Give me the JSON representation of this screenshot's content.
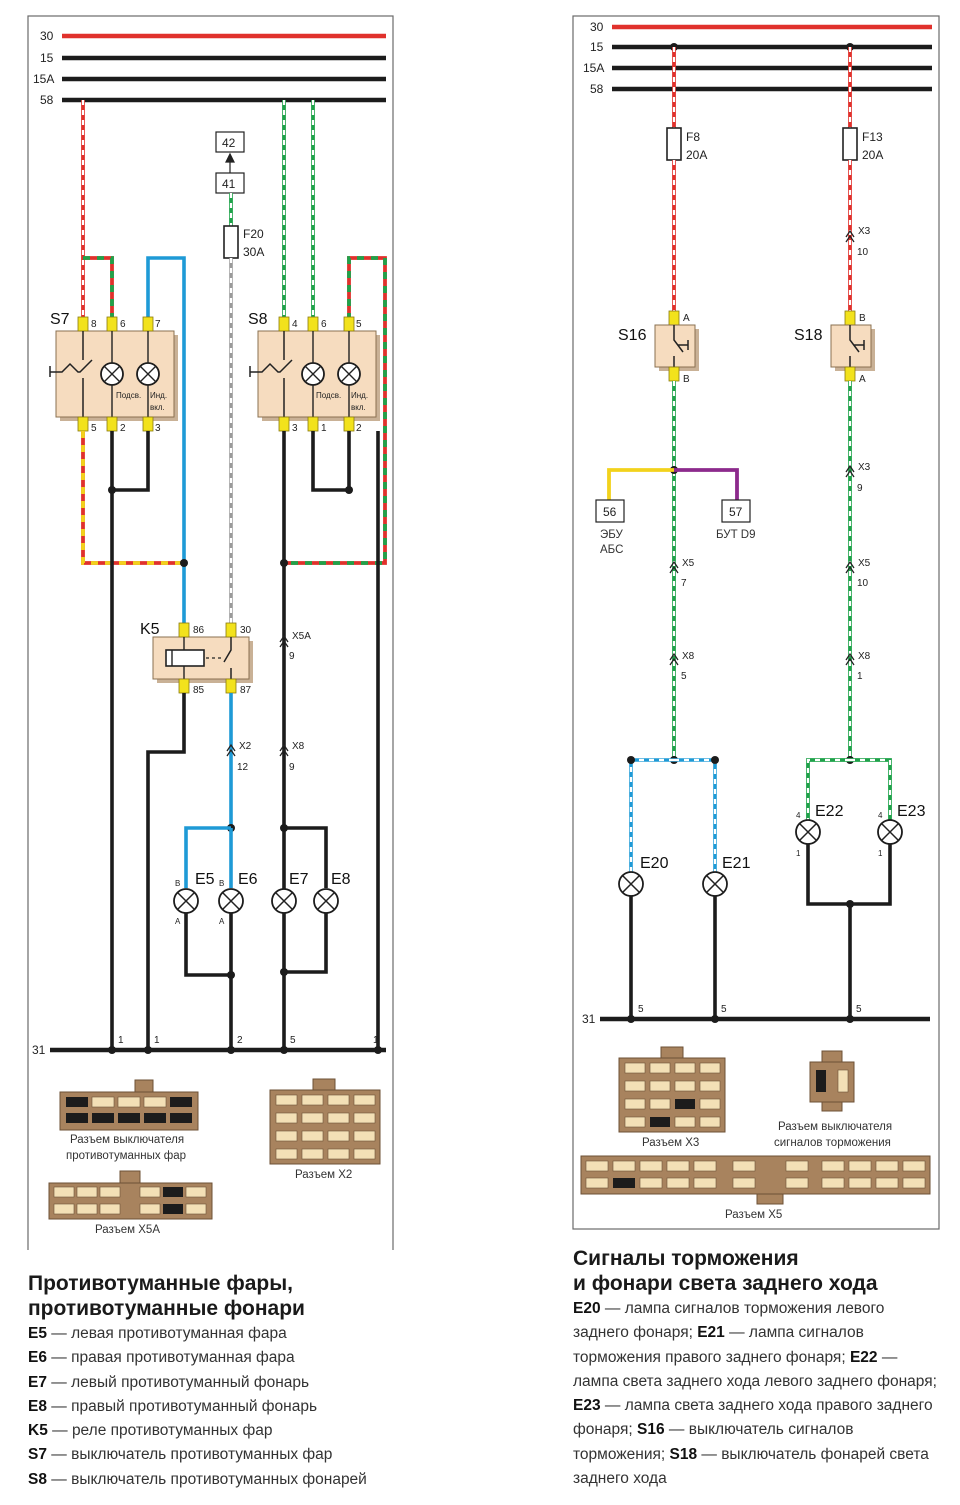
{
  "left": {
    "buses": [
      "30",
      "15",
      "15A",
      "58"
    ],
    "ground_label": "31",
    "fuse": {
      "name": "F20",
      "rating": "30A"
    },
    "box41": "41",
    "box42": "42",
    "s7": {
      "name": "S7",
      "pins_top": [
        "8",
        "6",
        "7"
      ],
      "pins_bottom": [
        "5",
        "2",
        "3"
      ],
      "lamp1": "Подсв.",
      "lamp2": "Инд.",
      "lamp2b": "вкл."
    },
    "s8": {
      "name": "S8",
      "pins_top": [
        "4",
        "6",
        "5"
      ],
      "pins_bottom": [
        "3",
        "1",
        "2"
      ],
      "lamp1": "Подсв.",
      "lamp2": "Инд.",
      "lamp2b": "вкл."
    },
    "k5": {
      "name": "K5",
      "p86": "86",
      "p30": "30",
      "p85": "85",
      "p87": "87"
    },
    "x5a": {
      "name": "X5A",
      "pin": "9"
    },
    "x2": {
      "name": "X2",
      "pin": "12"
    },
    "x8": {
      "name": "X8",
      "pin": "9"
    },
    "lamps": [
      "E5",
      "E6",
      "E7",
      "E8"
    ],
    "lamp_pin_b": "B",
    "lamp_pin_a": "A",
    "ground_pins": [
      "1",
      "1",
      "2",
      "5",
      "1"
    ],
    "conn_switch": "Разъем выключателя",
    "conn_switch2": "противотуманных фар",
    "conn_x5a": "Разъем X5A",
    "conn_x2": "Разъем X2",
    "title_line1": "Противотуманные фары,",
    "title_line2": "противотуманные фонари",
    "legend": [
      {
        "key": "E5",
        "text": " — левая противотуманная фара"
      },
      {
        "key": "E6",
        "text": " — правая противотуманная фара"
      },
      {
        "key": "E7",
        "text": " — левый противотуманный фонарь"
      },
      {
        "key": "E8",
        "text": " — правый противотуманный фонарь"
      },
      {
        "key": "K5",
        "text": " — реле противотуманных фар"
      },
      {
        "key": "S7",
        "text": " — выключатель противотуманных фар"
      },
      {
        "key": "S8",
        "text": " — выключатель противотуманных фонарей"
      }
    ]
  },
  "right": {
    "buses": [
      "30",
      "15",
      "15A",
      "58"
    ],
    "ground_label": "31",
    "f8": {
      "name": "F8",
      "rating": "20A"
    },
    "f13": {
      "name": "F13",
      "rating": "20A"
    },
    "x3a": {
      "name": "X3",
      "pin": "10"
    },
    "s16": {
      "name": "S16",
      "top": "A",
      "bottom": "B"
    },
    "s18": {
      "name": "S18",
      "top": "B",
      "bottom": "A"
    },
    "box56": "56",
    "box57": "57",
    "ebu1": "ЭБУ",
    "ebu2": "АБС",
    "but": "БУТ D9",
    "x3b": {
      "name": "X3",
      "pin": "9"
    },
    "x5l": {
      "name": "X5",
      "pin": "7"
    },
    "x5r": {
      "name": "X5",
      "pin": "10"
    },
    "x8l": {
      "name": "X8",
      "pin": "5"
    },
    "x8r": {
      "name": "X8",
      "pin": "1"
    },
    "lamps": [
      "E20",
      "E21",
      "E22",
      "E23"
    ],
    "lamp_pin_top": "4",
    "lamp_pin_bot": "1",
    "ground_pins": [
      "5",
      "5",
      "5"
    ],
    "conn_x3": "Разъем X3",
    "conn_brake1": "Разъем выключателя",
    "conn_brake2": "сигналов торможения",
    "conn_x5": "Разъем X5",
    "title_line1": "Сигналы торможения",
    "title_line2": "и фонари света заднего хода",
    "para": [
      {
        "key": "E20",
        "text": " — лампа сигналов торможения левого заднего фонаря; "
      },
      {
        "key": "E21",
        "text": " — лампа сигналов торможения правого заднего фонаря; "
      },
      {
        "key": "E22",
        "text": " — лампа света заднего хода левого заднего фонаря; "
      },
      {
        "key": "E23",
        "text": " — лампа света заднего хода правого заднего фонаря; "
      },
      {
        "key": "S16",
        "text": " — выключатель сигналов торможения; "
      },
      {
        "key": "S18",
        "text": " — выключатель фонарей света заднего хода"
      }
    ]
  },
  "colors": {
    "red": "#e0312c",
    "black": "#1c1c1c",
    "green": "#1fa24a",
    "blue": "#1e9ad6",
    "yellow": "#f2d21c",
    "purple": "#8c2a8c",
    "gray": "#9a9a9a"
  }
}
